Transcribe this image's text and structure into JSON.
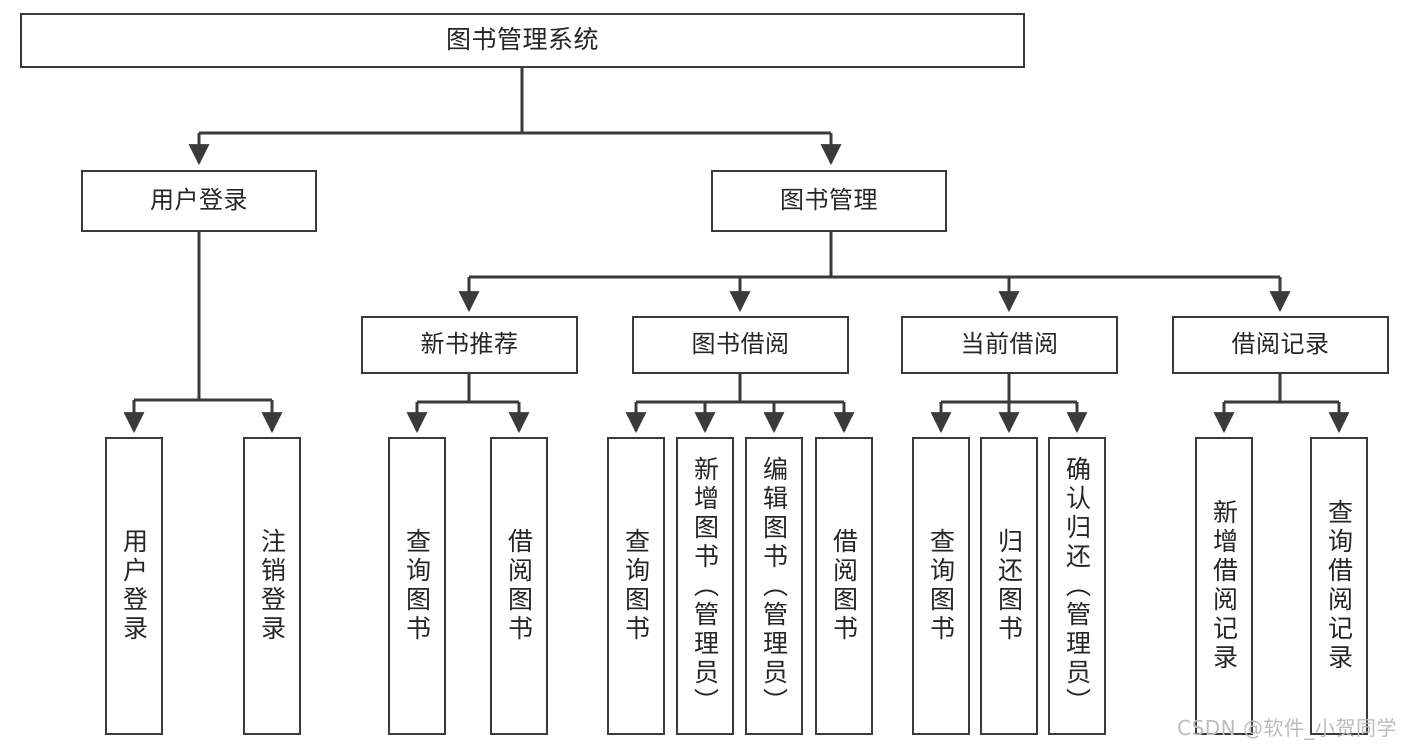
{
  "diagram": {
    "type": "tree",
    "title": "图书管理系统",
    "root": {
      "label": "图书管理系统"
    },
    "level2": [
      {
        "label": "用户登录"
      },
      {
        "label": "图书管理"
      }
    ],
    "level3": [
      {
        "label": "新书推荐"
      },
      {
        "label": "图书借阅"
      },
      {
        "label": "当前借阅"
      },
      {
        "label": "借阅记录"
      }
    ],
    "leaves": {
      "user_login": [
        {
          "label": "用户登录"
        },
        {
          "label": "注销登录"
        }
      ],
      "new_book_recommend": [
        {
          "label": "查询图书"
        },
        {
          "label": "借阅图书"
        }
      ],
      "book_borrow": [
        {
          "label": "查询图书"
        },
        {
          "label": "新增图书（管理员）"
        },
        {
          "label": "编辑图书（管理员）"
        },
        {
          "label": "借阅图书"
        }
      ],
      "current_borrow": [
        {
          "label": "查询图书"
        },
        {
          "label": "归还图书"
        },
        {
          "label": "确认归还（管理员）"
        }
      ],
      "borrow_record": [
        {
          "label": "新增借阅记录"
        },
        {
          "label": "查询借阅记录"
        }
      ]
    }
  },
  "colors": {
    "stroke": "#3a3a3a",
    "text": "#262626",
    "background": "#ffffff",
    "watermark": "#bcbcbc"
  },
  "watermark": {
    "text": "CSDN @软件_小贺同学"
  }
}
